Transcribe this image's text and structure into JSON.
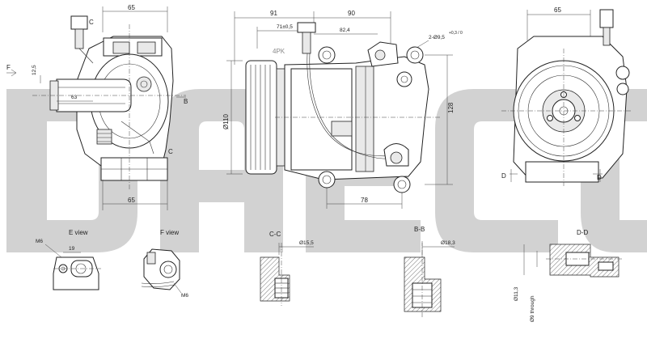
{
  "watermark": "DAECO",
  "dimensions": {
    "left_top_width": "65",
    "left_bottom_width": "65",
    "left_12_5": "12,5",
    "left_63": "63",
    "left_c_top": "C",
    "left_c_bottom": "C",
    "left_b": "B",
    "left_f": "F",
    "center_91": "91",
    "center_90": "90",
    "center_71": "71±0,5",
    "center_82": "82,4",
    "center_hole": "2-Ø9,5",
    "center_hole_tol": "+0,3 / 0",
    "center_128": "128",
    "center_110": "Ø110",
    "center_78": "78",
    "center_4pk": "4PK",
    "right_65": "65",
    "right_d1": "D",
    "right_d2": "D"
  },
  "details": {
    "e_view": "E view",
    "e_m6": "M6",
    "e_19": "19",
    "f_view": "F view",
    "f_m6": "M6",
    "cc": "C-C",
    "cc_dim": "Ø15,5",
    "bb": "B-B",
    "bb_dim": "Ø18,3",
    "dd": "D-D",
    "dd_dim1": "Ø11,3",
    "dd_dim2": "Ø9 through"
  }
}
